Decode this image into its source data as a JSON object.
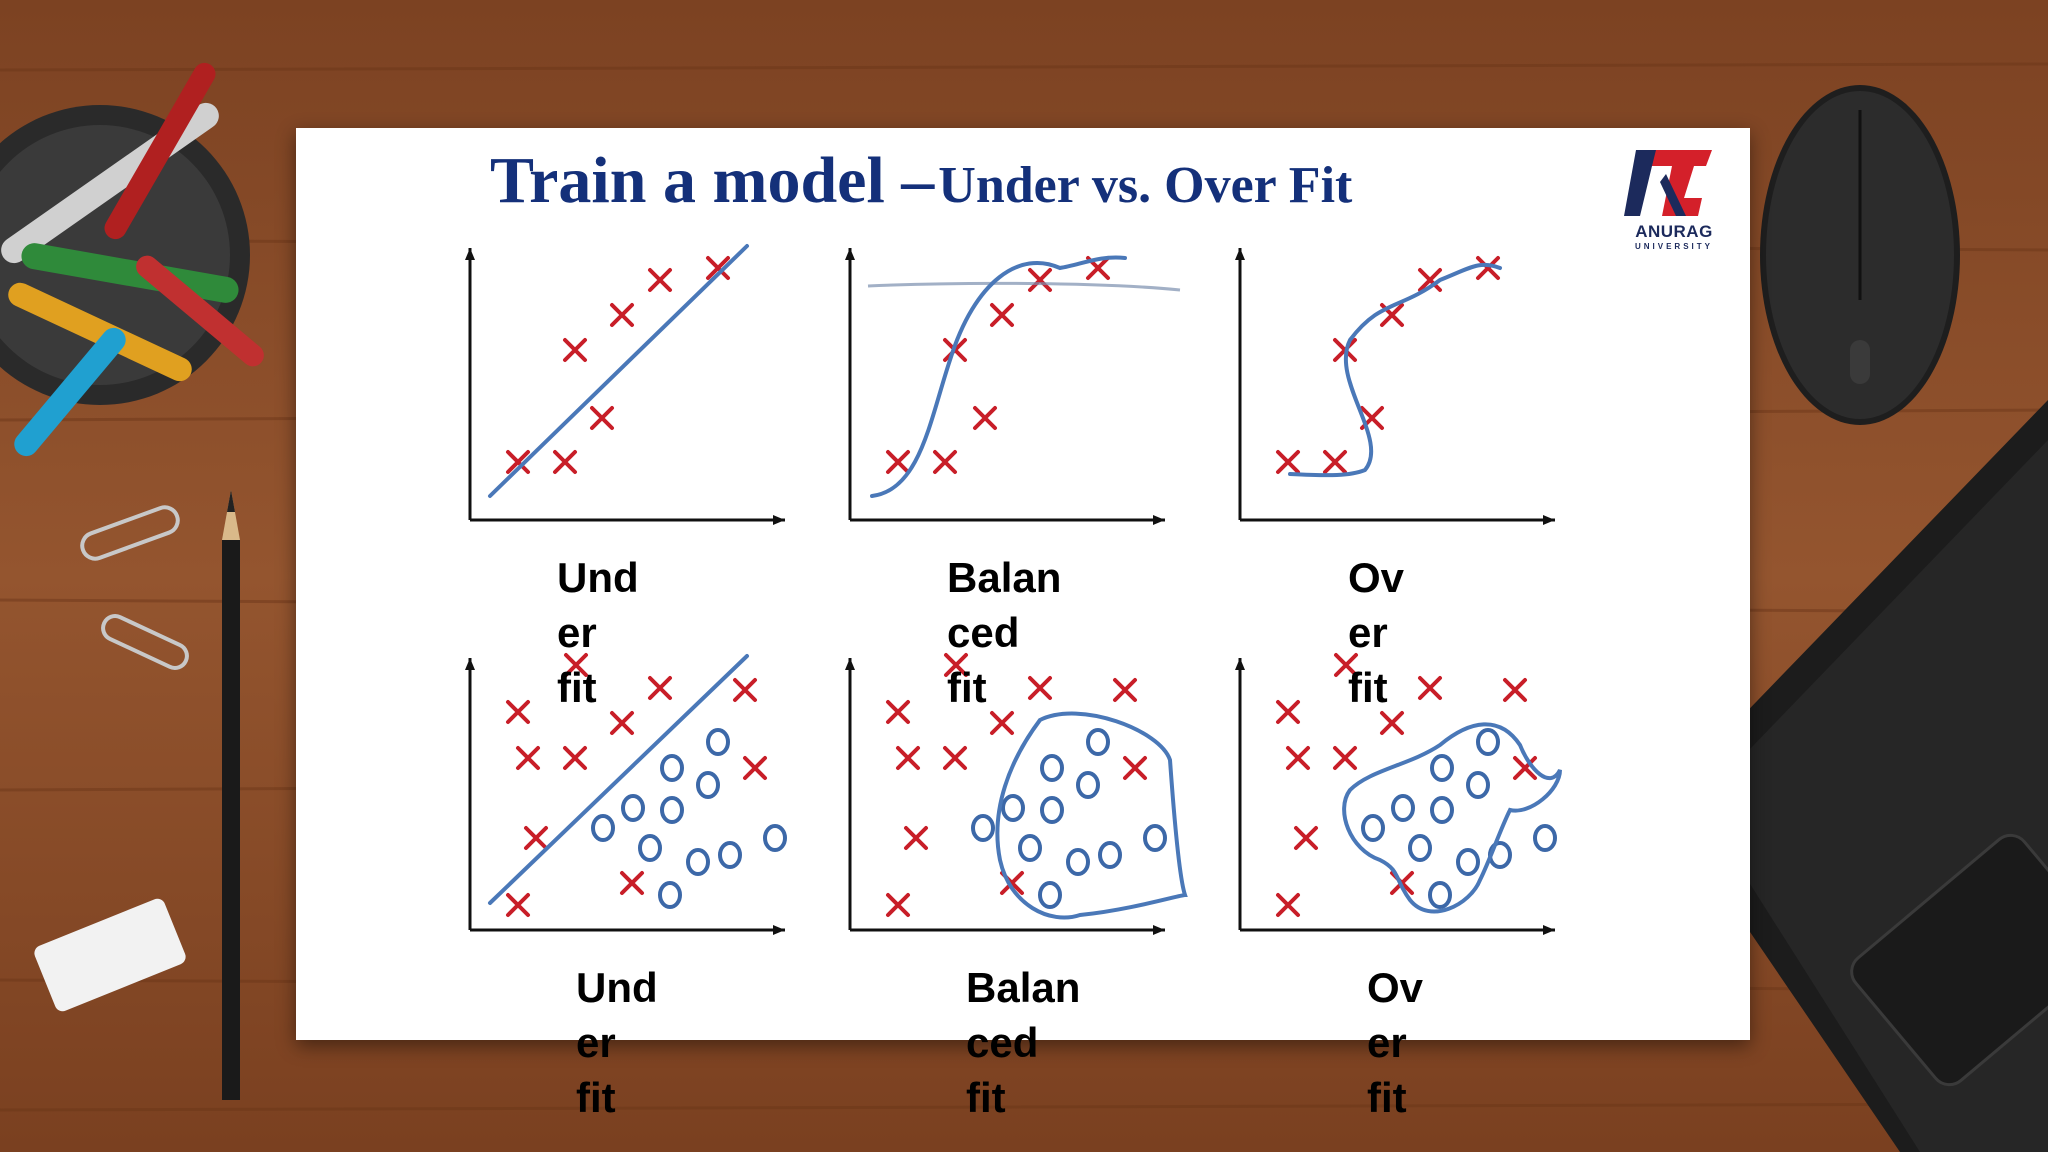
{
  "slide": {
    "title_main": "Train a model –",
    "title_sub": "Under vs. Over Fit"
  },
  "logo": {
    "name": "ANURAG",
    "sub": "UNIVERSITY",
    "colors": {
      "navy": "#1c2a5c",
      "red": "#d4202a"
    }
  },
  "labels": {
    "top": [
      [
        "Und",
        "er",
        "fit"
      ],
      [
        "Balan",
        "ced",
        "fit"
      ],
      [
        "Ov",
        "er",
        "fit"
      ]
    ],
    "bottom": [
      [
        "Und",
        "er",
        "fit"
      ],
      [
        "Balan",
        "ced",
        "fit"
      ],
      [
        "Ov",
        "er",
        "fit"
      ]
    ]
  },
  "colors": {
    "cross": "#c81e28",
    "curve": "#4a78b8",
    "circle": "#3c68a8",
    "axis": "#111111",
    "title": "#14307a"
  },
  "chart_data": [
    {
      "type": "scatter",
      "fit": "linear",
      "points": [
        [
          1,
          1
        ],
        [
          2,
          1
        ],
        [
          3,
          2
        ],
        [
          2.2,
          3.2
        ],
        [
          3.2,
          3.8
        ],
        [
          4.2,
          4.5
        ],
        [
          5.3,
          4.8
        ]
      ]
    },
    {
      "type": "scatter",
      "fit": "s-curve",
      "points": [
        [
          1,
          1
        ],
        [
          2,
          1
        ],
        [
          2.8,
          2
        ],
        [
          2.2,
          3.2
        ],
        [
          3.2,
          3.8
        ],
        [
          4.2,
          4.5
        ],
        [
          5.3,
          4.8
        ]
      ]
    },
    {
      "type": "scatter",
      "fit": "wiggly",
      "points": [
        [
          1,
          1
        ],
        [
          2,
          1
        ],
        [
          3,
          2
        ],
        [
          2.2,
          3.2
        ],
        [
          3.2,
          3.8
        ],
        [
          4.2,
          4.5
        ],
        [
          5.3,
          4.8
        ]
      ]
    },
    {
      "type": "scatter",
      "fit": "linear-boundary",
      "classes": [
        "x",
        "o"
      ]
    },
    {
      "type": "scatter",
      "fit": "curved-boundary",
      "classes": [
        "x",
        "o"
      ]
    },
    {
      "type": "scatter",
      "fit": "complex-boundary",
      "classes": [
        "x",
        "o"
      ]
    }
  ]
}
